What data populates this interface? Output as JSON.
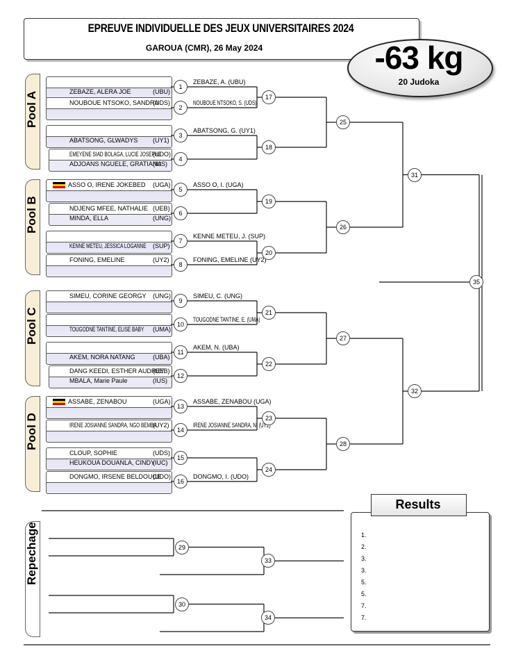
{
  "header": {
    "title": "EPREUVE INDIVIDUELLE DES JEUX UNIVERSITAIRES 2024",
    "subtitle": "GAROUA (CMR), 26 May 2024",
    "weight": "-63 kg",
    "judoka_count": "20 Judoka"
  },
  "pools": [
    {
      "label": "Pool A"
    },
    {
      "label": "Pool B"
    },
    {
      "label": "Pool C"
    },
    {
      "label": "Pool D"
    }
  ],
  "entries": [
    {
      "num": "1",
      "top_name": "",
      "top_club": "",
      "bottom_name": "ZEBAZE, ALERA JOE",
      "bottom_club": "(UBU)",
      "winner": "ZEBAZE, A.  (UBU)"
    },
    {
      "num": "2",
      "top_name": "NOUBOUE NTSOKO, SANDRA",
      "top_club": "(UDS)",
      "bottom_name": "",
      "bottom_club": "",
      "winner": "NOUBOUE NTSOKO, S.  (UDS)"
    },
    {
      "num": "3",
      "top_name": "",
      "top_club": "",
      "bottom_name": "ABATSONG, GLWADYS",
      "bottom_club": "(UY1)",
      "winner": "ABATSONG, G.  (UY1)"
    },
    {
      "num": "4",
      "top_name": "EMEYENE SIAD BOLAGA, LUCIE JOSEPHE",
      "top_club": "(UDO)",
      "bottom_name": "ADJOANS NGUELE, GRATIANA",
      "bottom_club": "(IUS)",
      "winner": ""
    },
    {
      "num": "5",
      "top_name": "ASSO O, IRENE JOKEBED",
      "top_club": "(UGA)",
      "bottom_name": "",
      "bottom_club": "",
      "winner": "ASSO O, I.  (UGA)"
    },
    {
      "num": "6",
      "top_name": "NDJENG MFEE, NATHALIE",
      "top_club": "(UEB)",
      "bottom_name": "MINDA, ELLA",
      "bottom_club": "(UNG)",
      "winner": ""
    },
    {
      "num": "7",
      "top_name": "",
      "top_club": "",
      "bottom_name": "KENNE METEU, JESSICA LOGANNE",
      "bottom_club": "(SUP)",
      "winner": "KENNE METEU, J.  (SUP)"
    },
    {
      "num": "8",
      "top_name": "FONING, EMELINE",
      "top_club": "(UY2)",
      "bottom_name": "",
      "bottom_club": "",
      "winner": "FONING, EMELINE  (UY2)"
    },
    {
      "num": "9",
      "top_name": "SIMEU, CORINE GEORGY",
      "top_club": "(UNG)",
      "bottom_name": "",
      "bottom_club": "",
      "winner": "SIMEU, C.  (UNG)"
    },
    {
      "num": "10",
      "top_name": "",
      "top_club": "",
      "bottom_name": "TOUGODNE TANTINE, ELISE BABY",
      "bottom_club": "(UMA)",
      "winner": "TOUGODNE TANTINE, E.  (UMA)"
    },
    {
      "num": "11",
      "top_name": "",
      "top_club": "",
      "bottom_name": "AKEM, NORA NATANG",
      "bottom_club": "(UBA)",
      "winner": "AKEM, N.  (UBA)"
    },
    {
      "num": "12",
      "top_name": "DANG KEEDI, ESTHER AUDREY",
      "top_club": "(UEB)",
      "bottom_name": "MBALA, Marie Paule",
      "bottom_club": "(IUS)",
      "winner": ""
    },
    {
      "num": "13",
      "top_name": "ASSABE, ZENABOU",
      "top_club": "(UGA)",
      "bottom_name": "",
      "bottom_club": "",
      "winner": "ASSABE, ZENABOU  (UGA)"
    },
    {
      "num": "14",
      "top_name": "IRENE JOSIANNE SANDRA, NGO BEMBA",
      "top_club": "(UY2)",
      "bottom_name": "",
      "bottom_club": "",
      "winner": "IRENE JOSIANNE SANDRA, N.  (UY2)"
    },
    {
      "num": "15",
      "top_name": "CLOUP, SOPHIE",
      "top_club": "(UDS)",
      "bottom_name": "HEUKOUA DOUANLA, CINDY",
      "bottom_club": "(IUC)",
      "winner": ""
    },
    {
      "num": "16",
      "top_name": "DONGMO, IRSENE BELDOUCE",
      "top_club": "(UDO)",
      "bottom_name": "",
      "bottom_club": "",
      "winner": "DONGMO, I.  (UDO)"
    }
  ],
  "rounds": {
    "r2": [
      "17",
      "18",
      "19",
      "20",
      "21",
      "22",
      "23",
      "24"
    ],
    "r3": [
      "25",
      "26",
      "27",
      "28"
    ],
    "semis": [
      "31",
      "32"
    ],
    "final": "35",
    "repechage_a": [
      "29",
      "30"
    ],
    "repechage_b": [
      "33",
      "34"
    ]
  },
  "repechage": {
    "label": "Repechage"
  },
  "results": {
    "title": "Results",
    "places": [
      "1.",
      "2.",
      "3.",
      "3.",
      "5.",
      "5.",
      "7.",
      "7."
    ]
  }
}
